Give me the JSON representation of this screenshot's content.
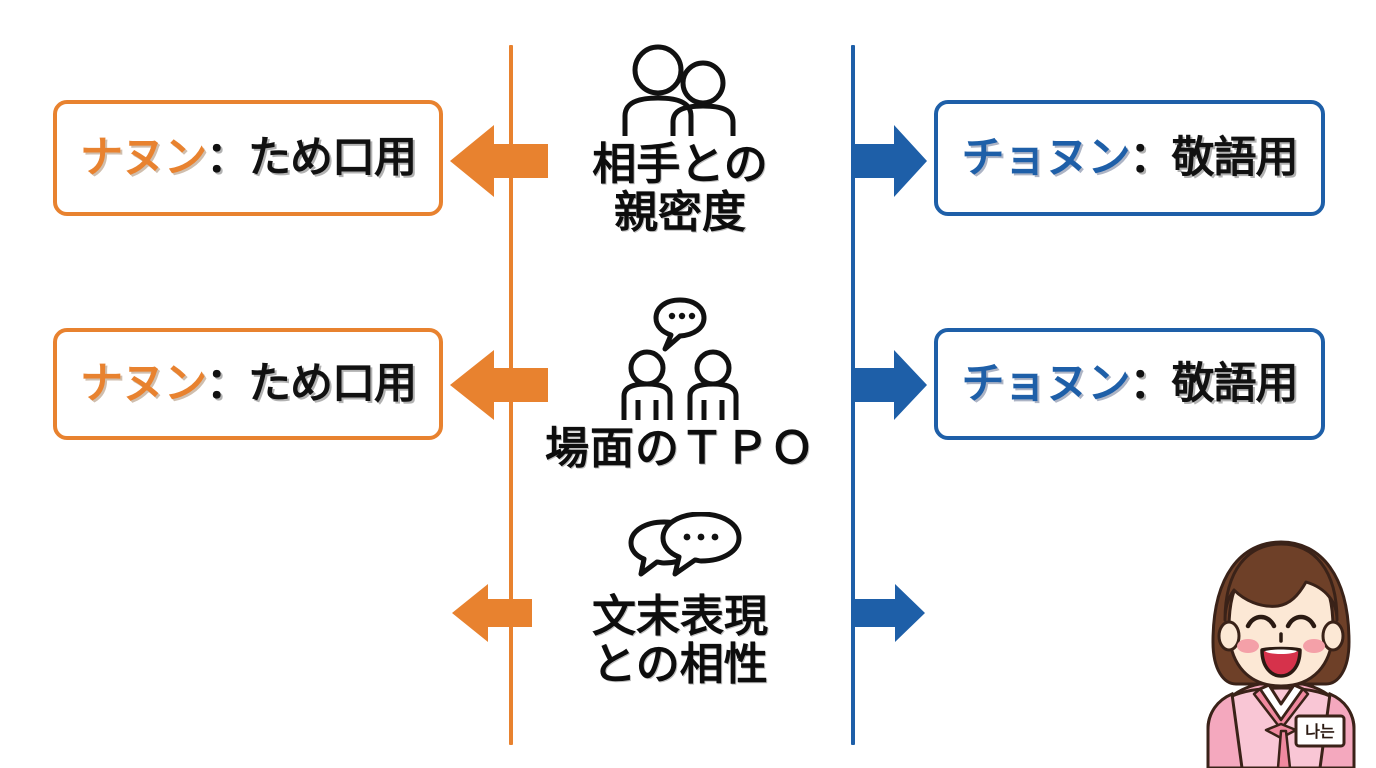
{
  "colors": {
    "orange": "#E8822F",
    "blue": "#1E5FA8",
    "text_black": "#0D0D0D",
    "background": "#FFFFFF"
  },
  "axes": {
    "left_axis_name": "casual-speech-axis",
    "right_axis_name": "polite-speech-axis"
  },
  "rows": [
    {
      "id": "row-intimacy",
      "icon": "two-people-icon",
      "caption_lines": [
        "相手との",
        "親密度"
      ],
      "left": {
        "arrow": "left-arrow",
        "box": {
          "kana": "ナヌン",
          "separator": "：",
          "meaning": "ため口用"
        }
      },
      "right": {
        "arrow": "right-arrow",
        "box": {
          "kana": "チョヌン",
          "separator": "：",
          "meaning": "敬語用"
        }
      }
    },
    {
      "id": "row-tpo",
      "icon": "two-people-talking-icon",
      "caption_lines": [
        "場面のＴＰＯ"
      ],
      "left": {
        "arrow": "left-arrow",
        "box": {
          "kana": "ナヌン",
          "separator": "：",
          "meaning": "ため口用"
        }
      },
      "right": {
        "arrow": "right-arrow",
        "box": {
          "kana": "チョヌン",
          "separator": "：",
          "meaning": "敬語用"
        }
      }
    },
    {
      "id": "row-sentence-ending",
      "icon": "speech-bubbles-icon",
      "caption_lines": [
        "文末表現",
        "との相性"
      ],
      "left": {
        "arrow": "left-arrow",
        "box": null
      },
      "right": {
        "arrow": "right-arrow",
        "box": null
      }
    }
  ],
  "mascot": {
    "name": "hanbok-girl-illustration",
    "badge_text": "나는",
    "hair_color": "#6E4028",
    "skin_color": "#FCE8D5",
    "hanbok_color": "#F4A8BE",
    "hanbok_light": "#F9C6D5",
    "cheek_color": "#F4A0A8",
    "mouth_color": "#D6324B"
  }
}
